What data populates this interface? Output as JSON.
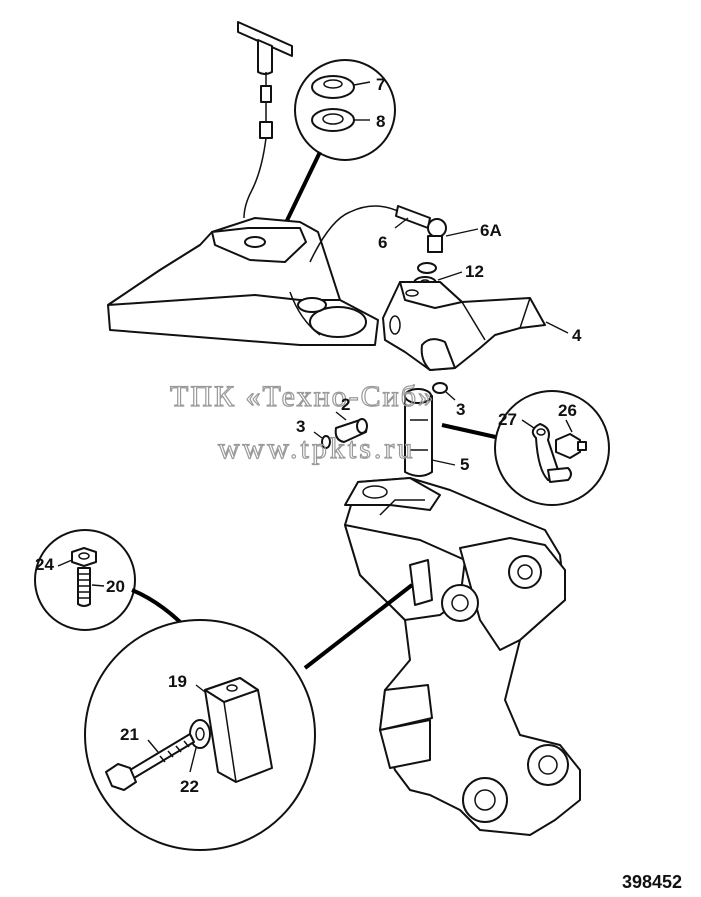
{
  "document_number": "398452",
  "watermark": {
    "line1": "ТПК «Техно-Сиб»",
    "line2": "www.tpkts.ru"
  },
  "labels": {
    "p7": "7",
    "p8": "8",
    "p6": "6",
    "p6a": "6A",
    "p12": "12",
    "p4": "4",
    "p2": "2",
    "p3_left": "3",
    "p3_right": "3",
    "p5": "5",
    "p26": "26",
    "p27": "27",
    "p24": "24",
    "p20": "20",
    "p19": "19",
    "p21": "21",
    "p22": "22"
  }
}
